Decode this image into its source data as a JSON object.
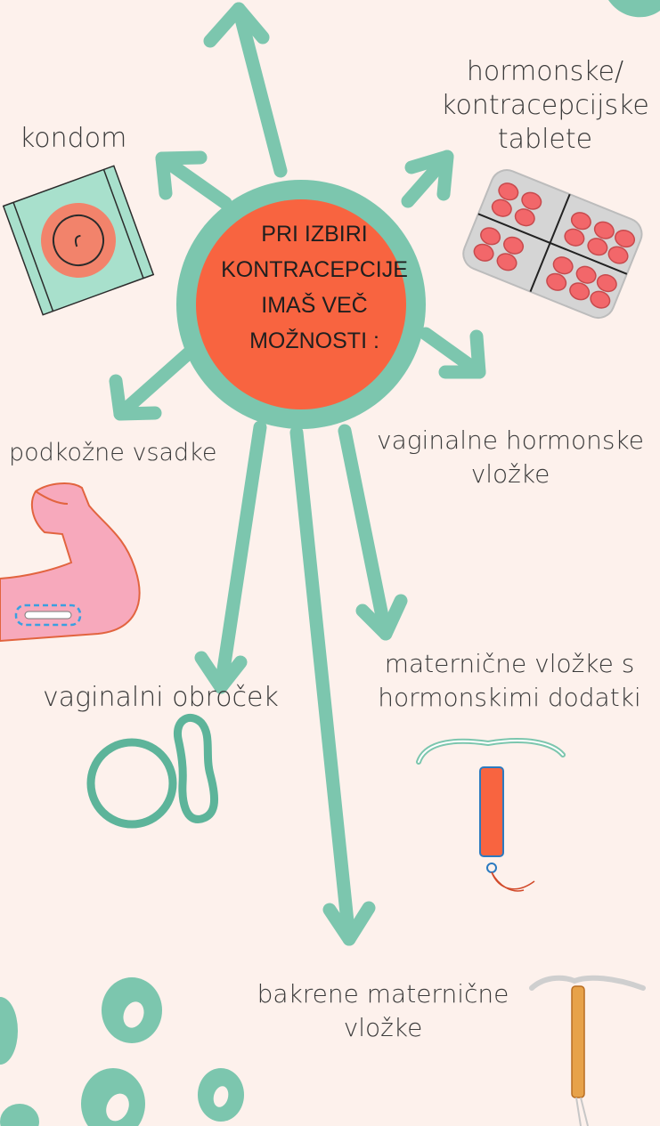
{
  "colors": {
    "background": "#fdf1ec",
    "arrow": "#7cc6ae",
    "ring": "#7cc6ae",
    "center_fill": "#f86440",
    "text": "#3a3a3a"
  },
  "center": {
    "text": "PRI IZBIRI\nKONTRACEPCIJE\nIMAŠ VEČ\nMOŽNOSTI :"
  },
  "options": {
    "condom": {
      "label": "kondom",
      "icon": "condom-wrapper-icon"
    },
    "pills": {
      "label": "hormonske/\nkontracepcijske\ntablete",
      "icon": "pill-blister-icon"
    },
    "implant": {
      "label": "podkožne vsadke",
      "icon": "arm-implant-icon"
    },
    "vaginal_inserts": {
      "label": "vaginalne hormonske\nvložke"
    },
    "hormonal_iud": {
      "label": "maternične vložke s\nhormonskimi dodatki",
      "icon": "hormonal-iud-icon"
    },
    "ring": {
      "label": "vaginalni obroček",
      "icon": "vaginal-ring-icon"
    },
    "copper_iud": {
      "label": "bakrene maternične\nvložke",
      "icon": "copper-iud-icon"
    }
  }
}
